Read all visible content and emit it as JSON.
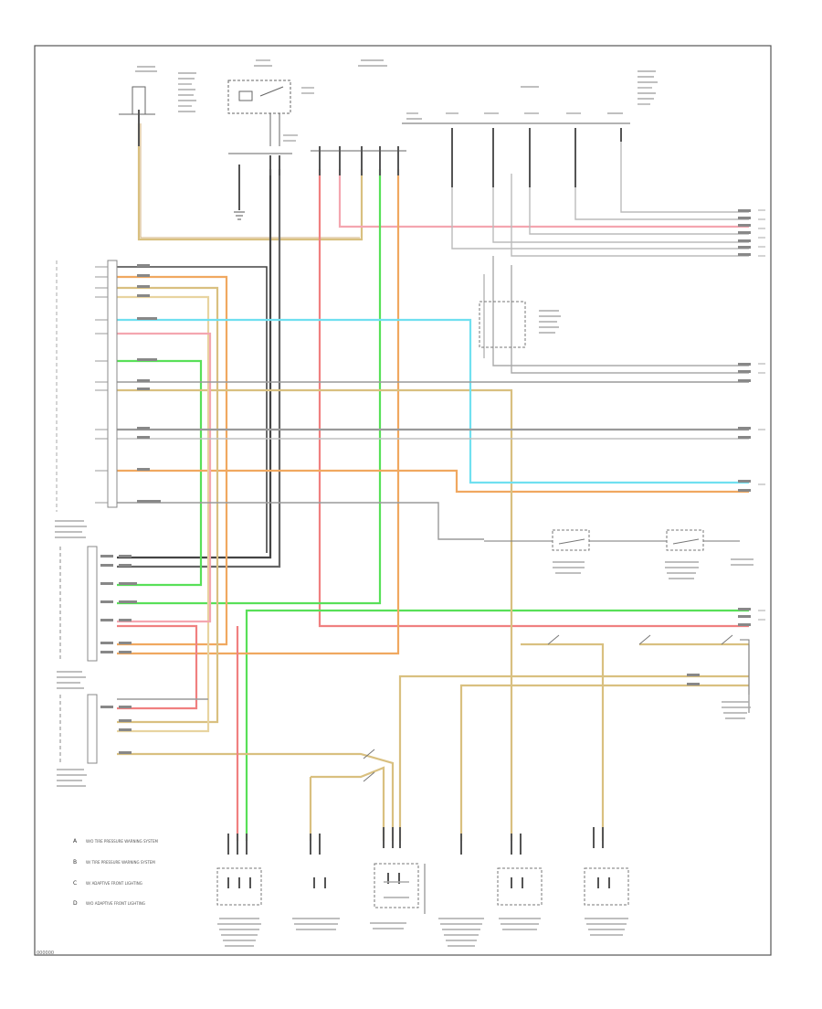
{
  "diagram": {
    "colors": {
      "frame": "#555555",
      "black": "#3a3a3a",
      "gray": "#9a9a9a",
      "red": "#f08080",
      "green": "#58e058",
      "tan": "#d9c080",
      "orange": "#f0a860",
      "cyan": "#70e0f0",
      "pink": "#f4a6b0",
      "text": "#333333"
    },
    "legend": [
      {
        "sym": "A",
        "text": "W/O TIRE PRESSURE WARNING SYSTEM"
      },
      {
        "sym": "B",
        "text": "W/ TIRE PRESSURE WARNING SYSTEM"
      },
      {
        "sym": "C",
        "text": "W/ ADAPTIVE FRONT LIGHTING"
      },
      {
        "sym": "D",
        "text": "W/O ADAPTIVE FRONT LIGHTING"
      }
    ],
    "footer_code": "000000"
  }
}
